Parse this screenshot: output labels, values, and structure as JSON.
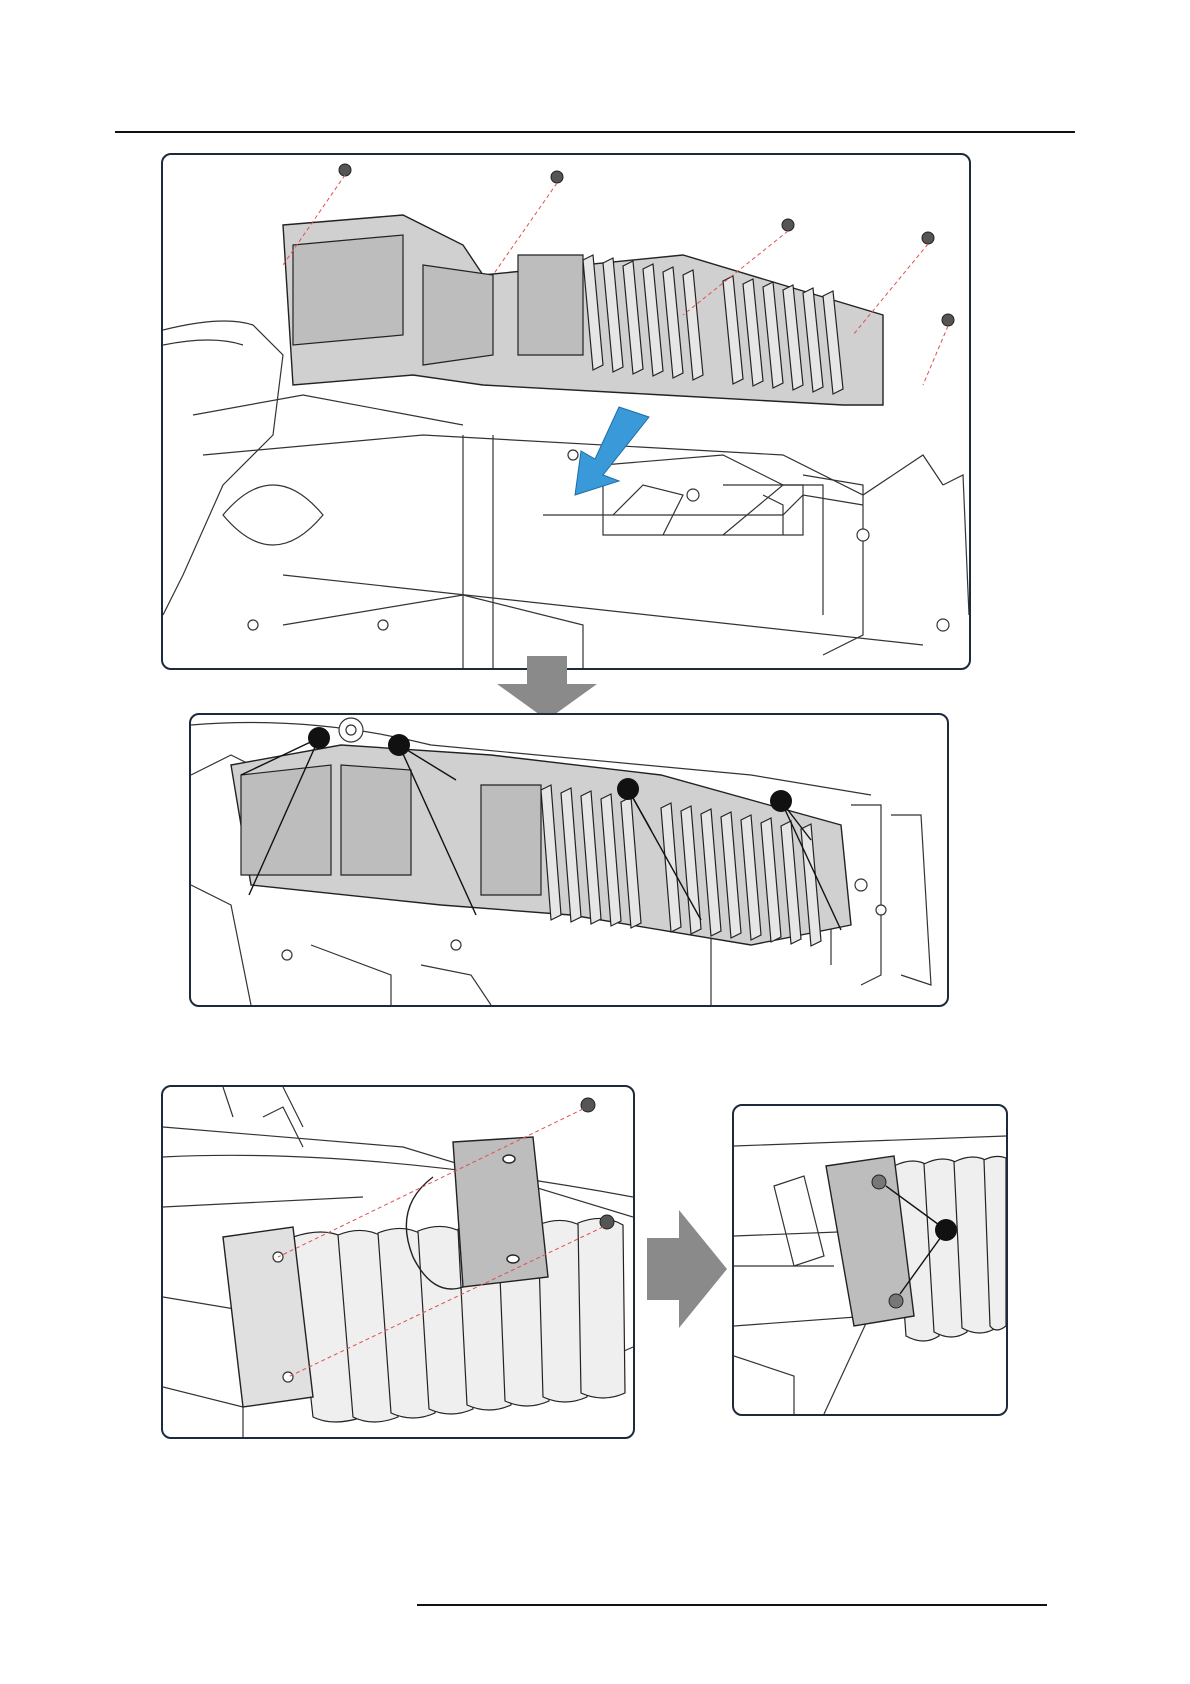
{
  "page": {
    "header_rule": "",
    "footer_rule": ""
  },
  "figures": [
    {
      "id": "fig-1",
      "desc_icon": "light-tunnel-assembly-exploded"
    },
    {
      "id": "fig-2",
      "desc_icon": "light-tunnel-assembly-installed"
    },
    {
      "id": "fig-3",
      "desc_icon": "bracket-exploded"
    },
    {
      "id": "fig-4",
      "desc_icon": "bracket-installed"
    }
  ],
  "colors": {
    "panel_border": "#1d2a3a",
    "direction_arrow": "#3a9ad9",
    "step_arrow": "#8a8a8a",
    "part_fill": "#c8c8c8",
    "callout": "#111111",
    "screw_line": "#e05050"
  }
}
